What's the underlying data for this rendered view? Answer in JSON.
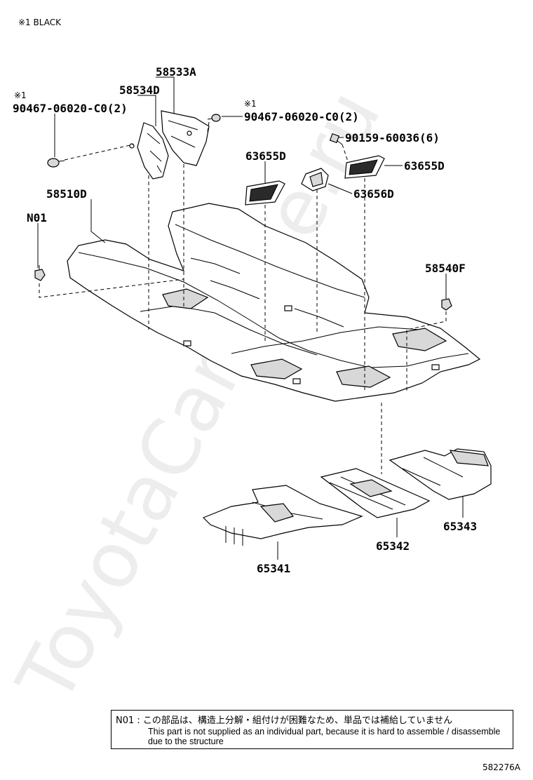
{
  "header": {
    "note": "※1 BLACK"
  },
  "watermark": "ToyotaCarAlive.ru",
  "labels": {
    "p58533a": "58533A",
    "p58534d": "58534D",
    "ref1_left": "※1",
    "bolt_left": "90467-06020-C0(2)",
    "ref1_right": "※1",
    "bolt_right": "90467-06020-C0(2)",
    "bolt_90159": "90159-60036(6)",
    "p63655d_left": "63655D",
    "p63655d_right": "63655D",
    "p63656d": "63656D",
    "p58510d": "58510D",
    "n01": "N01",
    "p58540f": "58540F",
    "p65341": "65341",
    "p65342": "65342",
    "p65343": "65343"
  },
  "note": {
    "jp": "N01 : この部品は、構造上分解・組付けが困難なため、単品では補給していません",
    "en": "This part is not supplied as an individual part, because it is hard to assemble / disassemble due to the structure"
  },
  "diagram_id": "582276A"
}
